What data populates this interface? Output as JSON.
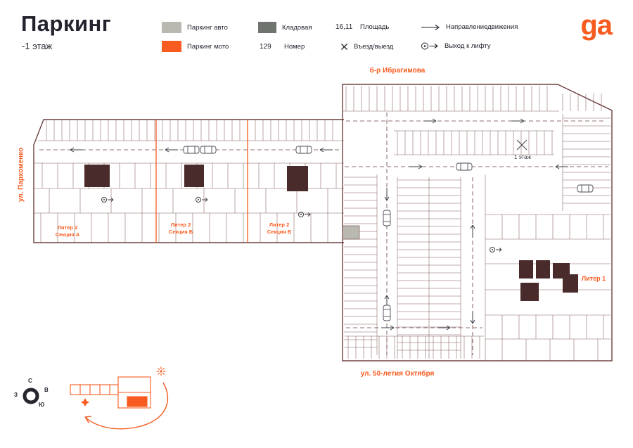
{
  "colors": {
    "accent_orange": "#F75B1F",
    "plan_line": "#6E4040",
    "text_dark": "#23232e",
    "swatch_parking_auto": "#B9B9B2",
    "swatch_storage": "#6F746E"
  },
  "header": {
    "title": "Паркинг",
    "subtitle": "-1 этаж",
    "logo": "ga"
  },
  "legend": {
    "parking_auto_label": "Паркинг авто",
    "parking_moto_label": "Паркинг мото",
    "storage_label": "Кладовая",
    "number_value": "129",
    "number_label": "Номер",
    "area_value": "16,11",
    "area_label": "Площадь",
    "entry_label": "Въезд/выезд",
    "direction_label": "Направлениедвижения",
    "lift_label": "Выход к лифту"
  },
  "streets": {
    "top": "б-р Ибрагимова",
    "left": "ул. Пархоменко",
    "bottom": "ул. 50-летия Октября"
  },
  "plan_labels": {
    "section_a_line1": "Литер 2",
    "section_a_line2": "Секция А",
    "section_b_line1": "Литер 2",
    "section_b_line2": "Секция Б",
    "section_v_line1": "Литер 2",
    "section_v_line2": "Секция В",
    "liter1": "Литер 1",
    "floor1": "1 этаж"
  },
  "compass": {
    "n": "С",
    "e": "В",
    "s": "Ю",
    "w": "З"
  }
}
